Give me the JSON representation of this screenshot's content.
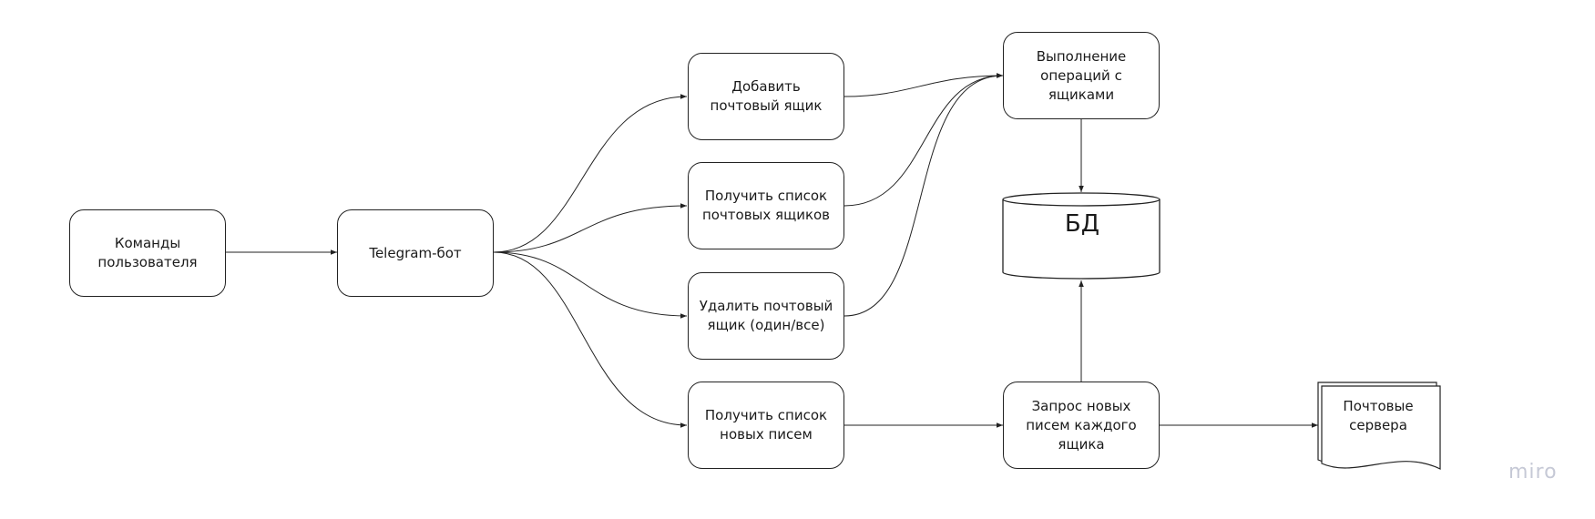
{
  "diagram": {
    "nodes": {
      "user_commands": "Команды пользователя",
      "telegram_bot": "Telegram-бот",
      "add_mailbox": "Добавить почтовый ящик",
      "list_mailboxes": "Получить список почтовых ящиков",
      "delete_mailbox": "Удалить почтовый ящик (один/все)",
      "list_new_mail": "Получить список новых писем",
      "mailbox_operations": "Выполнение операций с ящиками",
      "database": "БД",
      "request_new_mail": "Запрос новых писем каждого ящика",
      "mail_servers": "Почтовые сервера"
    },
    "edges": [
      {
        "from": "user_commands",
        "to": "telegram_bot"
      },
      {
        "from": "telegram_bot",
        "to": "add_mailbox"
      },
      {
        "from": "telegram_bot",
        "to": "list_mailboxes"
      },
      {
        "from": "telegram_bot",
        "to": "delete_mailbox"
      },
      {
        "from": "telegram_bot",
        "to": "list_new_mail"
      },
      {
        "from": "add_mailbox",
        "to": "mailbox_operations"
      },
      {
        "from": "list_mailboxes",
        "to": "mailbox_operations"
      },
      {
        "from": "delete_mailbox",
        "to": "mailbox_operations"
      },
      {
        "from": "mailbox_operations",
        "to": "database"
      },
      {
        "from": "list_new_mail",
        "to": "request_new_mail"
      },
      {
        "from": "request_new_mail",
        "to": "database"
      },
      {
        "from": "request_new_mail",
        "to": "mail_servers"
      }
    ]
  },
  "watermark": "miro",
  "colors": {
    "stroke": "#222222",
    "watermark": "#c6c9d6"
  }
}
